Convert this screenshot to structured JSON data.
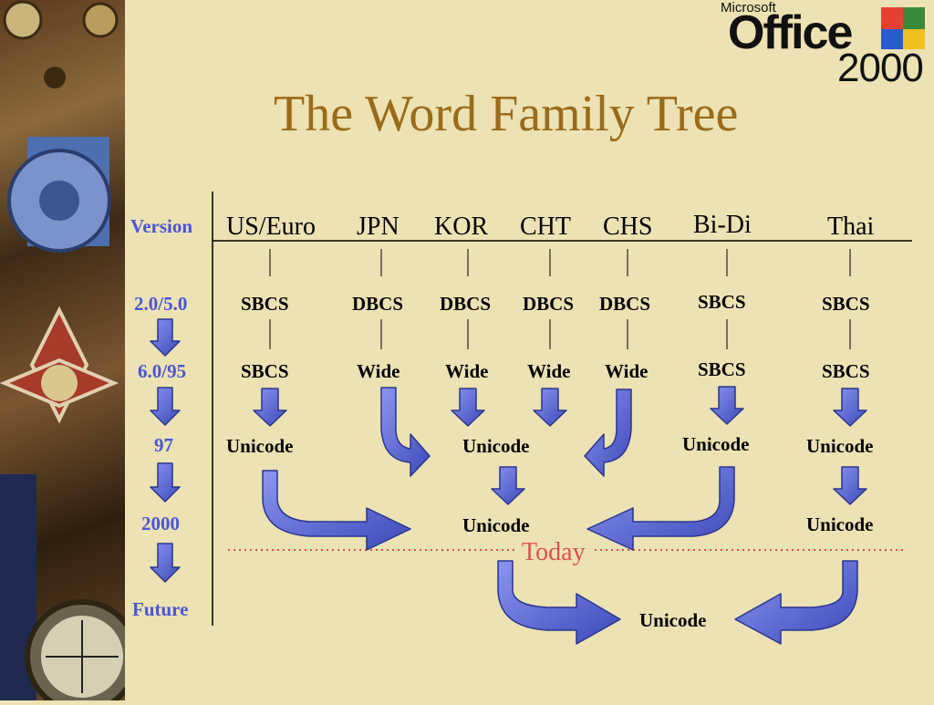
{
  "logo": {
    "microsoft": "Microsoft",
    "office": "Office",
    "year": "2000"
  },
  "title": "The Word Family Tree",
  "version_header": "Version",
  "columns": [
    "US/Euro",
    "JPN",
    "KOR",
    "CHT",
    "CHS",
    "Bi-Di",
    "Thai"
  ],
  "versions": [
    "2.0/5.0",
    "6.0/95",
    "97",
    "2000",
    "Future"
  ],
  "row_2_0": [
    "SBCS",
    "DBCS",
    "DBCS",
    "DBCS",
    "DBCS",
    "SBCS",
    "SBCS"
  ],
  "row_6_0": [
    "SBCS",
    "Wide",
    "Wide",
    "Wide",
    "Wide",
    "SBCS",
    "SBCS"
  ],
  "row_97": {
    "useuro": "Unicode",
    "asian": "Unicode",
    "bidi": "Unicode",
    "thai": "Unicode"
  },
  "row_2000": {
    "main": "Unicode",
    "thai": "Unicode"
  },
  "today_label": "Today",
  "future": "Unicode",
  "colors": {
    "title": "#9a6b1a",
    "version": "#4a55d8",
    "arrow": "#5a6be0",
    "today": "#e05050",
    "background": "#ece2b3"
  }
}
